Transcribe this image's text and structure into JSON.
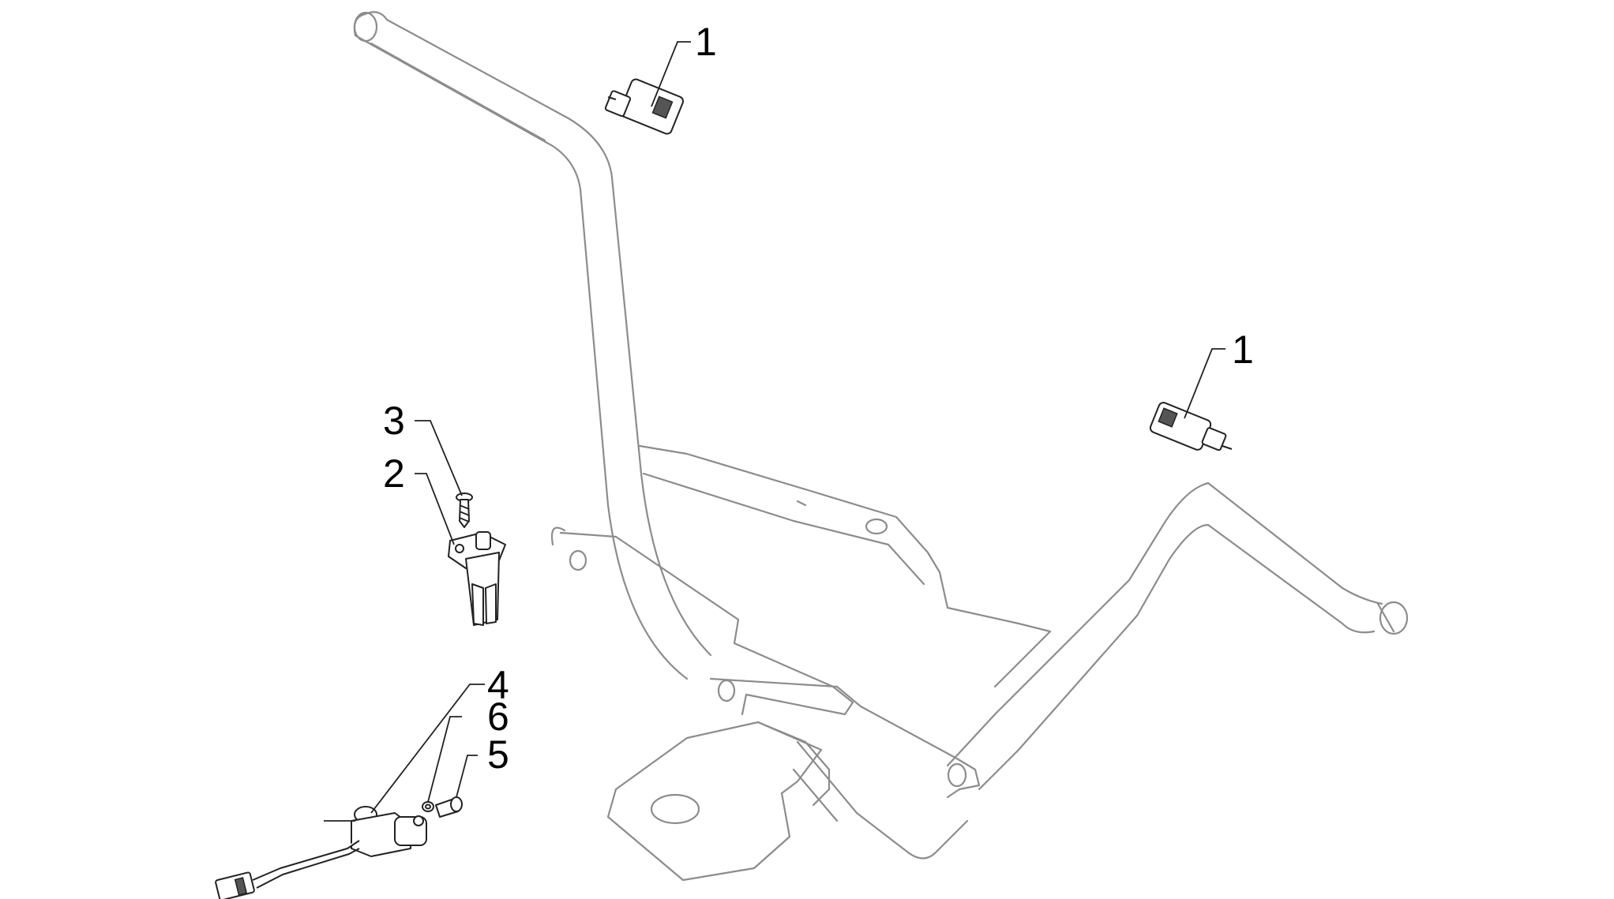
{
  "callouts": [
    {
      "id": "callout-1-top",
      "label": "1"
    },
    {
      "id": "callout-1-right",
      "label": "1"
    },
    {
      "id": "callout-3",
      "label": "3"
    },
    {
      "id": "callout-2",
      "label": "2"
    },
    {
      "id": "callout-4",
      "label": "4"
    },
    {
      "id": "callout-6",
      "label": "6"
    },
    {
      "id": "callout-5",
      "label": "5"
    }
  ],
  "colors": {
    "frame_outline": "#8c8c8c",
    "part_outline": "#222222",
    "text": "#000000",
    "background": "#ffffff"
  }
}
